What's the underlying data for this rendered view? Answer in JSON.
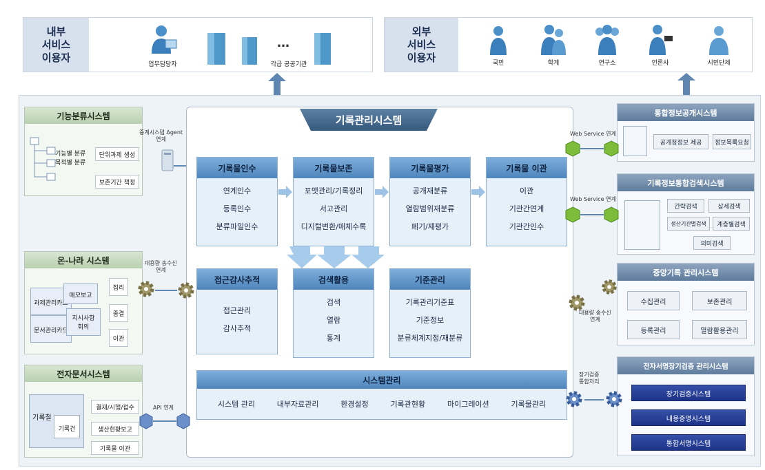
{
  "internal": {
    "label": "내부\n서비스\n이용자",
    "user1": "업무담당자",
    "dots": "…",
    "user2": "각급 공공기관"
  },
  "external": {
    "label": "외부\n서비스\n이용자",
    "users": [
      "국민",
      "학계",
      "연구소",
      "언론사",
      "시민단체"
    ]
  },
  "system_title": "기록관리시스템",
  "modules": {
    "intake": {
      "title": "기록물인수",
      "items": [
        "연계인수",
        "등록인수",
        "분류파일인수"
      ]
    },
    "preserve": {
      "title": "기록물보존",
      "items": [
        "포맷관리/기록정리",
        "서고관리",
        "디지털변환/매체수록"
      ]
    },
    "evaluate": {
      "title": "기록물평가",
      "items": [
        "공개재분류",
        "열람범위재분류",
        "폐기/재평가"
      ]
    },
    "transfer": {
      "title": "기록물 이관",
      "items": [
        "이관",
        "기관간연계",
        "기관간인수"
      ]
    },
    "audit": {
      "title": "접근감사추적",
      "items": [
        "접근관리",
        "감사추적"
      ]
    },
    "search": {
      "title": "검색활용",
      "items": [
        "검색",
        "열람",
        "통계"
      ]
    },
    "standard": {
      "title": "기준관리",
      "items": [
        "기록관리기준표",
        "기준정보",
        "분류체계지정/재분류"
      ]
    }
  },
  "system_mgmt": {
    "title": "시스템관리",
    "items": [
      "시스템 관리",
      "내부자료관리",
      "환경설정",
      "기록관현황",
      "마이그레이션",
      "기록물관리"
    ]
  },
  "left": {
    "func": {
      "title": "기능분류시스템",
      "tree1": "기능별 분류",
      "tree2": "목적별 분류",
      "b1": "단위과제 생성",
      "b2": "보존기간 책정",
      "agent": "중계시스템 Agent\n연계"
    },
    "onnara": {
      "title": "온-나라 시스템",
      "d1": "과제관리카드",
      "d2": "메모보고",
      "d3": "문서관리카드",
      "d4": "지시사항\n회의",
      "b1": "접리",
      "b2": "종결",
      "b3": "이관",
      "link": "대용량 송수신\n연계"
    },
    "edoc": {
      "title": "전자문서시스템",
      "folder": "기록철",
      "doc": "기록건",
      "b1": "결재/시행/접수",
      "b2": "생산현황보고",
      "b3": "기록물 이관",
      "link": "API 연계"
    }
  },
  "right": {
    "openinfo": {
      "title": "통합정보공개시스템",
      "b1": "공개청정보 제공",
      "b2": "정보목록요청",
      "link": "Web Service 연계"
    },
    "archsearch": {
      "title": "기록정보통합검색시스템",
      "b1": "간략검색",
      "b2": "상세검색",
      "b3": "생산기관별검색",
      "b4": "계층별검색",
      "b5": "의미검색",
      "link": "Web Service 연계"
    },
    "central": {
      "title": "중앙기록 관리시스템",
      "b1": "수집관리",
      "b2": "보존관리",
      "b3": "등록관리",
      "b4": "열람활용관리",
      "link": "대용량 송수신\n연계"
    },
    "esign": {
      "title": "전자서명장기검증 관리시스템",
      "b1": "장기검증시스템",
      "b2": "내용증명시스템",
      "b3": "통합서명시스템",
      "link": "장기검증\n통합처리"
    }
  },
  "colors": {
    "module_head": "#4f86bd",
    "module_body": "#e6f0f9",
    "title_bar": "#35587d",
    "gear": "#a29a6a",
    "hexagon": "#7cbc3a"
  }
}
